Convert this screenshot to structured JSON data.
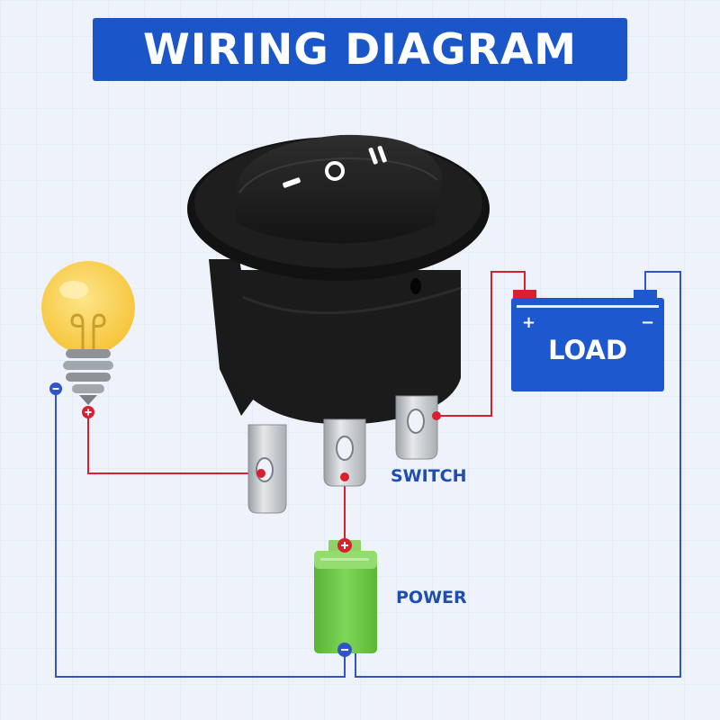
{
  "title": "WIRING DIAGRAM",
  "labels": {
    "load": "LOAD",
    "switch": "SWITCH",
    "power": "POWER"
  },
  "switch_markings": "I O II",
  "polarity": {
    "positive": "+",
    "negative": "−"
  },
  "colors": {
    "banner": "#1a56c8",
    "background": "#eef2fa",
    "grid": "#dde6f3",
    "wire_positive": "#d8202e",
    "wire_negative": "#2f55c8",
    "label_text": "#1e4fb0",
    "load_box": "#1e58cf",
    "battery_green": "#6bc943",
    "bulb_yellow": "#f8cf4a",
    "switch_body": "#1c1c1c",
    "terminal_metal": "#c9cdd2"
  },
  "icons": {
    "bulb": "light-bulb-icon",
    "battery": "battery-icon",
    "load": "load-battery-icon",
    "switch": "rocker-switch-icon"
  }
}
